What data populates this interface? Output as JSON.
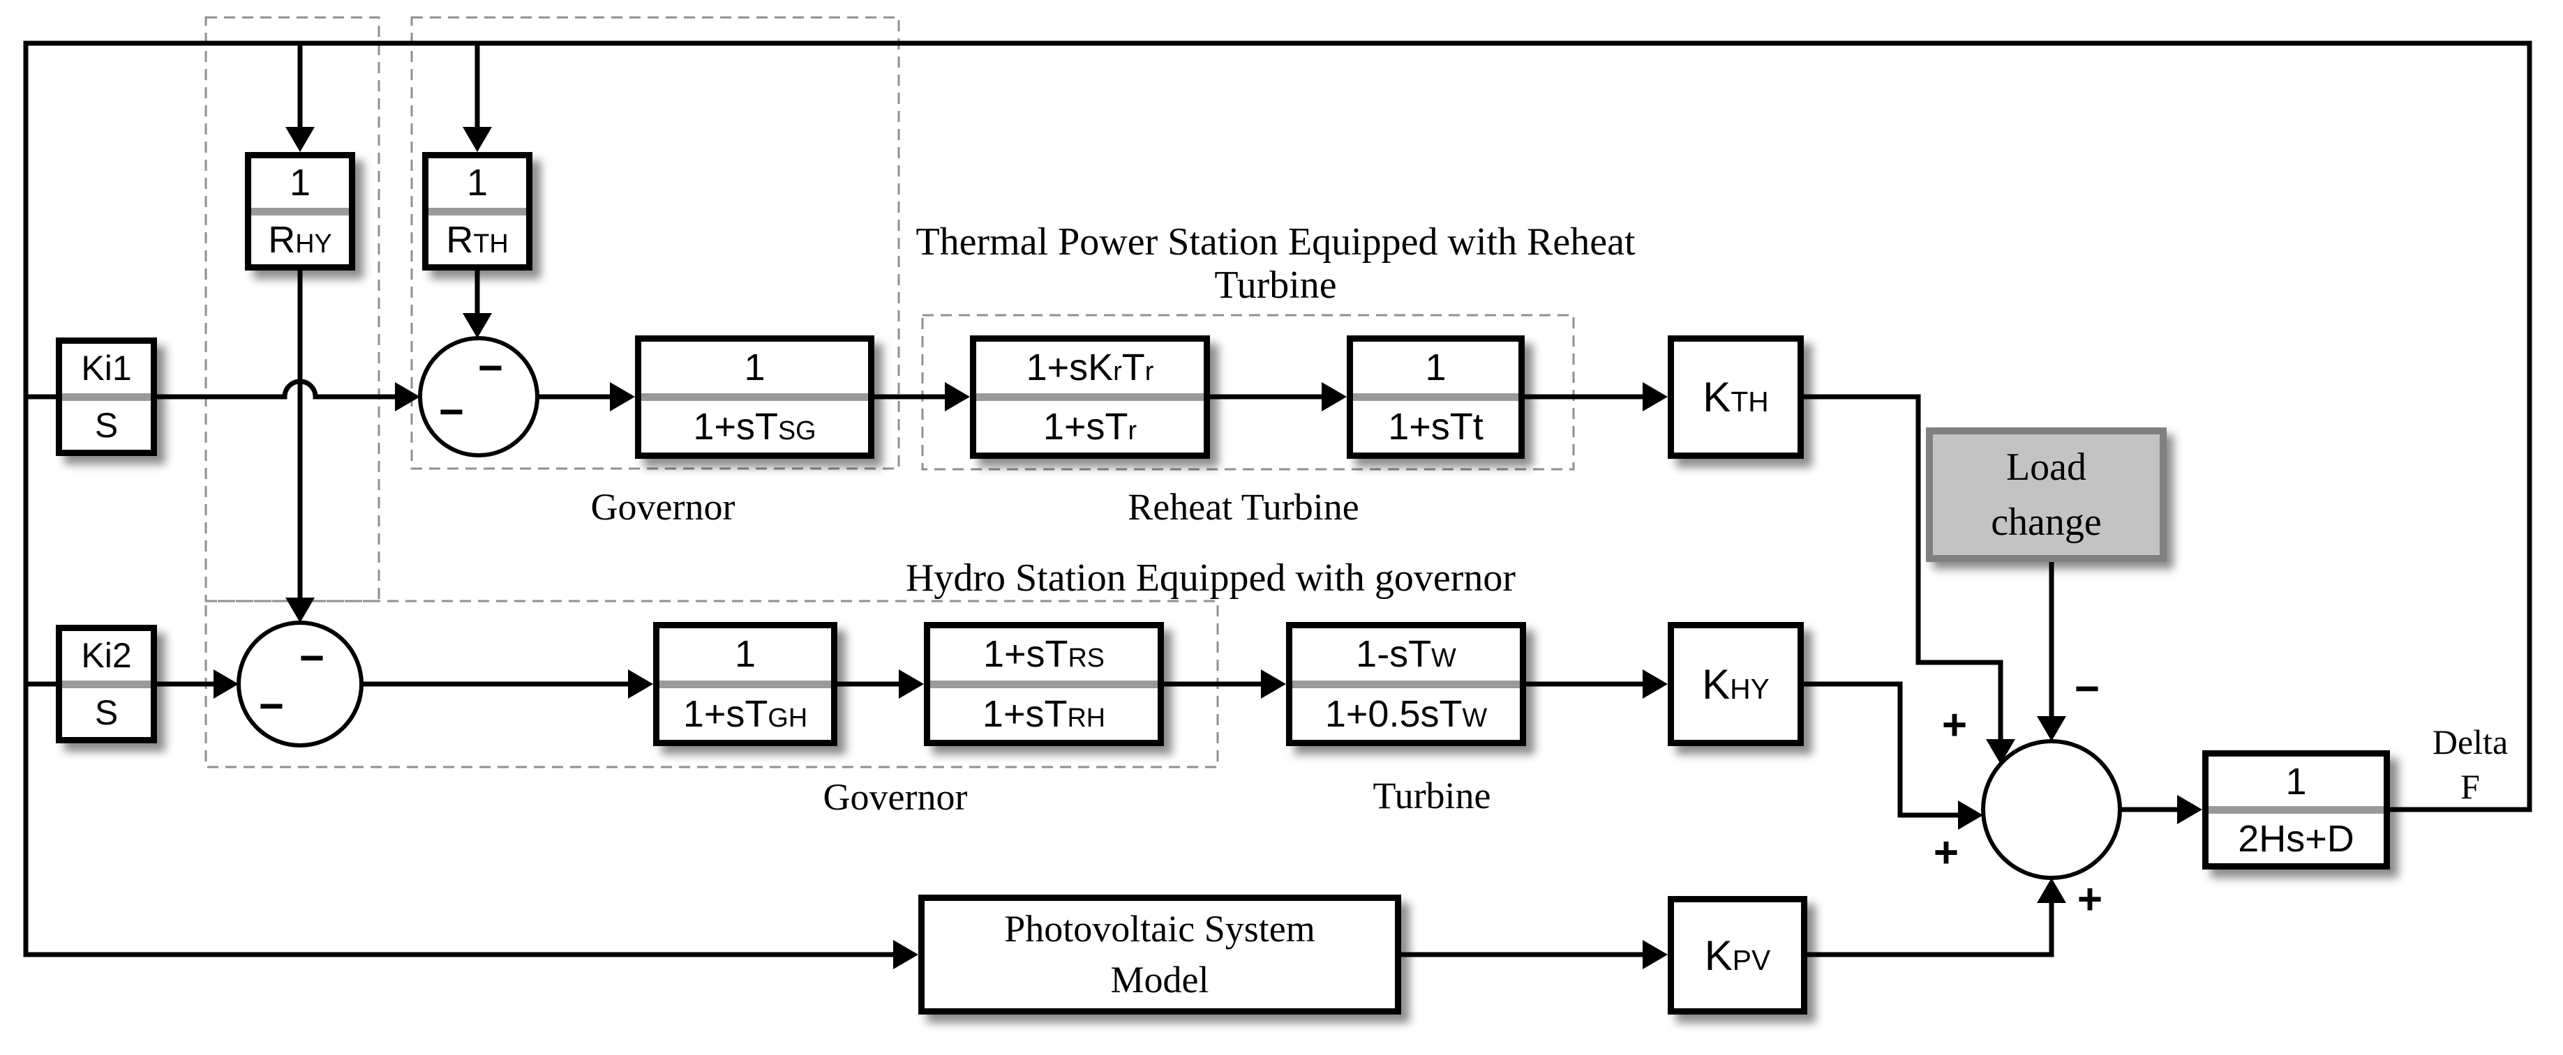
{
  "diagram": {
    "titles": {
      "thermal_line1": "Thermal Power Station Equipped with Reheat",
      "thermal_line2": "Turbine",
      "hydro": "Hydro Station Equipped with governor"
    },
    "labels": {
      "governor_thermal": "Governor",
      "reheat_turbine": "Reheat Turbine",
      "governor_hydro": "Governor",
      "turbine_hydro": "Turbine",
      "delta_line1": "Delta",
      "delta_line2": "F"
    },
    "signs": {
      "thermal_sum_top": "−",
      "thermal_sum_left": "−",
      "hydro_sum_top": "−",
      "hydro_sum_left": "−",
      "main_sum_thermal_in": "+",
      "main_sum_load_in": "−",
      "main_sum_hydro_in": "+",
      "main_sum_pv_in": "+"
    },
    "blocks": {
      "droop_hydro": {
        "num": [
          {
            "t": "1"
          }
        ],
        "den": [
          {
            "t": "R"
          },
          {
            "t": "HY",
            "sub": true
          }
        ]
      },
      "droop_thermal": {
        "num": [
          {
            "t": "1"
          }
        ],
        "den": [
          {
            "t": "R"
          },
          {
            "t": "TH",
            "sub": true
          }
        ]
      },
      "ki1": {
        "num": [
          {
            "t": "Ki1"
          }
        ],
        "den": [
          {
            "t": "S"
          }
        ]
      },
      "ki2": {
        "num": [
          {
            "t": "Ki2"
          }
        ],
        "den": [
          {
            "t": "S"
          }
        ]
      },
      "gov_thermal": {
        "num": [
          {
            "t": "1"
          }
        ],
        "den": [
          {
            "t": "1+sT"
          },
          {
            "t": "SG",
            "sub": true
          }
        ]
      },
      "reheat1": {
        "num": [
          {
            "t": "1+sK"
          },
          {
            "t": "r",
            "sub": true
          },
          {
            "t": "T"
          },
          {
            "t": "r",
            "sub": true
          }
        ],
        "den": [
          {
            "t": "1+sT"
          },
          {
            "t": "r",
            "sub": true
          }
        ]
      },
      "reheat2": {
        "num": [
          {
            "t": "1"
          }
        ],
        "den": [
          {
            "t": "1+sTt"
          }
        ]
      },
      "kth": {
        "gain": [
          {
            "t": "K"
          },
          {
            "t": "TH",
            "sub": true
          }
        ]
      },
      "gov_hydro1": {
        "num": [
          {
            "t": "1"
          }
        ],
        "den": [
          {
            "t": "1+sT"
          },
          {
            "t": "GH",
            "sub": true
          }
        ]
      },
      "gov_hydro2": {
        "num": [
          {
            "t": "1+sT"
          },
          {
            "t": "RS",
            "sub": true
          }
        ],
        "den": [
          {
            "t": "1+sT"
          },
          {
            "t": "RH",
            "sub": true
          }
        ]
      },
      "turbine_hydro": {
        "num": [
          {
            "t": "1-sT"
          },
          {
            "t": "W",
            "sub": true
          }
        ],
        "den": [
          {
            "t": "1+0.5sT"
          },
          {
            "t": "W",
            "sub": true
          }
        ]
      },
      "khy": {
        "gain": [
          {
            "t": "K"
          },
          {
            "t": "HY",
            "sub": true
          }
        ]
      },
      "pv": {
        "line1": "Photovoltaic System",
        "line2": "Model"
      },
      "kpv": {
        "gain": [
          {
            "t": "K"
          },
          {
            "t": "PV",
            "sub": true
          }
        ]
      },
      "load": {
        "line1": "Load",
        "line2": "change"
      },
      "inertia": {
        "num": [
          {
            "t": "1"
          }
        ],
        "den": [
          {
            "t": "2Hs+D"
          }
        ]
      }
    },
    "colors": {
      "line": "#000000",
      "fraction_bar": "#999999",
      "dashed_box": "#8f8f8f",
      "load_fill": "#c3c3c3",
      "load_border": "#808080"
    }
  }
}
